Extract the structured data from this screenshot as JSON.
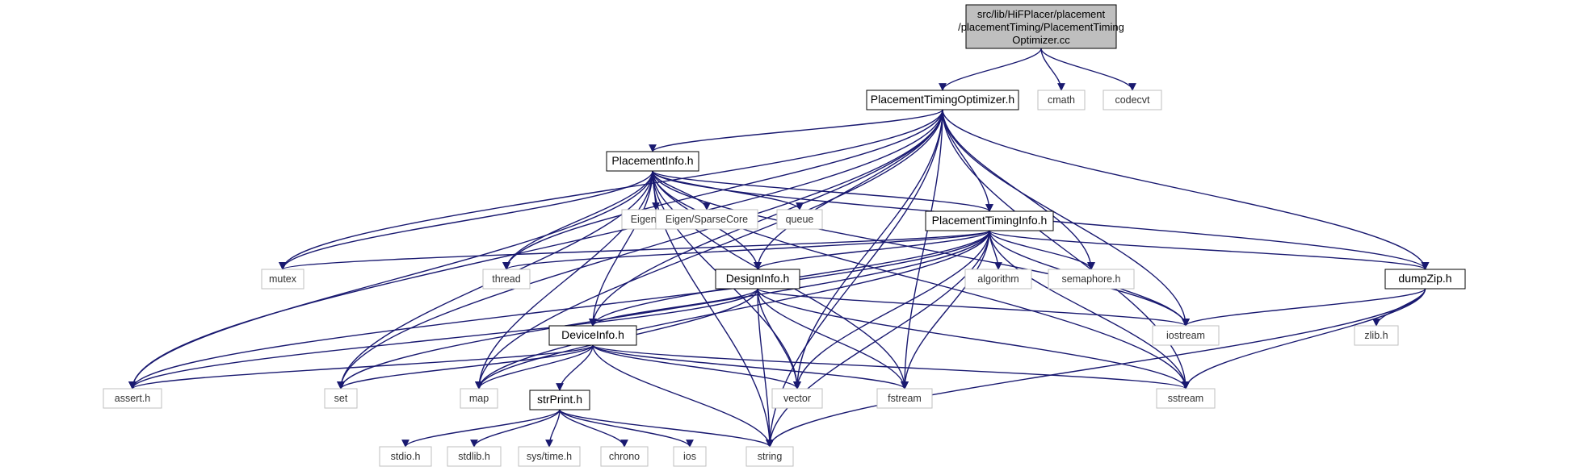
{
  "colors": {
    "edge": "#191970",
    "root_fill": "#bfbfbf",
    "header_border": "#000000",
    "system_border": "#bfbfbf"
  },
  "nodes": [
    {
      "id": "root",
      "kind": "root",
      "lines": [
        "src/lib/HiFPlacer/placement",
        "/placementTiming/PlacementTiming",
        "Optimizer.cc"
      ]
    },
    {
      "id": "pto_h",
      "kind": "header",
      "lines": [
        "PlacementTimingOptimizer.h"
      ]
    },
    {
      "id": "cmath",
      "kind": "system",
      "lines": [
        "cmath"
      ]
    },
    {
      "id": "codecvt",
      "kind": "system",
      "lines": [
        "codecvt"
      ]
    },
    {
      "id": "pi_h",
      "kind": "header",
      "lines": [
        "PlacementInfo.h"
      ]
    },
    {
      "id": "eigen_core",
      "kind": "system",
      "lines": [
        "Eigen/Core"
      ]
    },
    {
      "id": "eigen_sparse",
      "kind": "system",
      "lines": [
        "Eigen/SparseCore"
      ]
    },
    {
      "id": "queue",
      "kind": "system",
      "lines": [
        "queue"
      ]
    },
    {
      "id": "pti_h",
      "kind": "header",
      "lines": [
        "PlacementTimingInfo.h"
      ]
    },
    {
      "id": "mutex",
      "kind": "system",
      "lines": [
        "mutex"
      ]
    },
    {
      "id": "thread",
      "kind": "system",
      "lines": [
        "thread"
      ]
    },
    {
      "id": "designinfo_h",
      "kind": "header",
      "lines": [
        "DesignInfo.h"
      ]
    },
    {
      "id": "algorithm",
      "kind": "system",
      "lines": [
        "algorithm"
      ]
    },
    {
      "id": "semaphore_h",
      "kind": "system",
      "lines": [
        "semaphore.h"
      ]
    },
    {
      "id": "dumpzip_h",
      "kind": "header",
      "lines": [
        "dumpZip.h"
      ]
    },
    {
      "id": "iostream",
      "kind": "system",
      "lines": [
        "iostream"
      ]
    },
    {
      "id": "zlib_h",
      "kind": "system",
      "lines": [
        "zlib.h"
      ]
    },
    {
      "id": "deviceinfo_h",
      "kind": "header",
      "lines": [
        "DeviceInfo.h"
      ]
    },
    {
      "id": "assert_h",
      "kind": "system",
      "lines": [
        "assert.h"
      ]
    },
    {
      "id": "set",
      "kind": "system",
      "lines": [
        "set"
      ]
    },
    {
      "id": "map",
      "kind": "system",
      "lines": [
        "map"
      ]
    },
    {
      "id": "vector",
      "kind": "system",
      "lines": [
        "vector"
      ]
    },
    {
      "id": "fstream",
      "kind": "system",
      "lines": [
        "fstream"
      ]
    },
    {
      "id": "sstream",
      "kind": "system",
      "lines": [
        "sstream"
      ]
    },
    {
      "id": "strprint_h",
      "kind": "header",
      "lines": [
        "strPrint.h"
      ]
    },
    {
      "id": "stdio_h",
      "kind": "system",
      "lines": [
        "stdio.h"
      ]
    },
    {
      "id": "stdlib_h",
      "kind": "system",
      "lines": [
        "stdlib.h"
      ]
    },
    {
      "id": "systime_h",
      "kind": "system",
      "lines": [
        "sys/time.h"
      ]
    },
    {
      "id": "chrono",
      "kind": "system",
      "lines": [
        "chrono"
      ]
    },
    {
      "id": "ios",
      "kind": "system",
      "lines": [
        "ios"
      ]
    },
    {
      "id": "string",
      "kind": "system",
      "lines": [
        "string"
      ]
    }
  ],
  "edges": [
    [
      "root",
      "pto_h"
    ],
    [
      "root",
      "cmath"
    ],
    [
      "root",
      "codecvt"
    ],
    [
      "pto_h",
      "pi_h"
    ],
    [
      "pto_h",
      "pti_h"
    ],
    [
      "pto_h",
      "designinfo_h"
    ],
    [
      "pto_h",
      "dumpzip_h"
    ],
    [
      "pto_h",
      "deviceinfo_h"
    ],
    [
      "pto_h",
      "mutex"
    ],
    [
      "pto_h",
      "thread"
    ],
    [
      "pto_h",
      "semaphore_h"
    ],
    [
      "pto_h",
      "iostream"
    ],
    [
      "pto_h",
      "sstream"
    ],
    [
      "pto_h",
      "fstream"
    ],
    [
      "pto_h",
      "vector"
    ],
    [
      "pto_h",
      "string"
    ],
    [
      "pto_h",
      "assert_h"
    ],
    [
      "pto_h",
      "set"
    ],
    [
      "pto_h",
      "map"
    ],
    [
      "pi_h",
      "eigen_core"
    ],
    [
      "pi_h",
      "eigen_sparse"
    ],
    [
      "pi_h",
      "queue"
    ],
    [
      "pi_h",
      "pti_h"
    ],
    [
      "pi_h",
      "designinfo_h"
    ],
    [
      "pi_h",
      "deviceinfo_h"
    ],
    [
      "pi_h",
      "dumpzip_h"
    ],
    [
      "pi_h",
      "mutex"
    ],
    [
      "pi_h",
      "thread"
    ],
    [
      "pi_h",
      "assert_h"
    ],
    [
      "pi_h",
      "set"
    ],
    [
      "pi_h",
      "map"
    ],
    [
      "pi_h",
      "vector"
    ],
    [
      "pi_h",
      "string"
    ],
    [
      "pi_h",
      "iostream"
    ],
    [
      "pi_h",
      "sstream"
    ],
    [
      "pi_h",
      "fstream"
    ],
    [
      "pti_h",
      "designinfo_h"
    ],
    [
      "pti_h",
      "deviceinfo_h"
    ],
    [
      "pti_h",
      "dumpzip_h"
    ],
    [
      "pti_h",
      "mutex"
    ],
    [
      "pti_h",
      "thread"
    ],
    [
      "pti_h",
      "algorithm"
    ],
    [
      "pti_h",
      "semaphore_h"
    ],
    [
      "pti_h",
      "iostream"
    ],
    [
      "pti_h",
      "sstream"
    ],
    [
      "pti_h",
      "fstream"
    ],
    [
      "pti_h",
      "vector"
    ],
    [
      "pti_h",
      "string"
    ],
    [
      "pti_h",
      "assert_h"
    ],
    [
      "pti_h",
      "set"
    ],
    [
      "pti_h",
      "map"
    ],
    [
      "designinfo_h",
      "deviceinfo_h"
    ],
    [
      "designinfo_h",
      "iostream"
    ],
    [
      "designinfo_h",
      "assert_h"
    ],
    [
      "designinfo_h",
      "map"
    ],
    [
      "designinfo_h",
      "vector"
    ],
    [
      "designinfo_h",
      "fstream"
    ],
    [
      "designinfo_h",
      "sstream"
    ],
    [
      "designinfo_h",
      "string"
    ],
    [
      "dumpzip_h",
      "iostream"
    ],
    [
      "dumpzip_h",
      "zlib_h"
    ],
    [
      "dumpzip_h",
      "sstream"
    ],
    [
      "dumpzip_h",
      "string"
    ],
    [
      "deviceinfo_h",
      "strprint_h"
    ],
    [
      "deviceinfo_h",
      "assert_h"
    ],
    [
      "deviceinfo_h",
      "set"
    ],
    [
      "deviceinfo_h",
      "map"
    ],
    [
      "deviceinfo_h",
      "vector"
    ],
    [
      "deviceinfo_h",
      "fstream"
    ],
    [
      "deviceinfo_h",
      "sstream"
    ],
    [
      "deviceinfo_h",
      "string"
    ],
    [
      "strprint_h",
      "stdio_h"
    ],
    [
      "strprint_h",
      "stdlib_h"
    ],
    [
      "strprint_h",
      "systime_h"
    ],
    [
      "strprint_h",
      "chrono"
    ],
    [
      "strprint_h",
      "ios"
    ],
    [
      "strprint_h",
      "string"
    ]
  ]
}
